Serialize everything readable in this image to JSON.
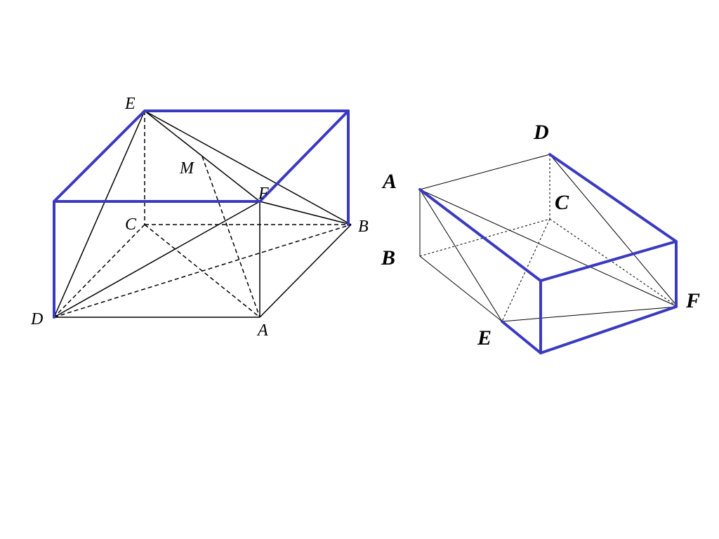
{
  "figure_left": {
    "labels": {
      "E": "E",
      "M": "M",
      "F": "F",
      "C": "C",
      "B": "B",
      "D": "D",
      "A": "A"
    }
  },
  "figure_right": {
    "labels": {
      "D": "D",
      "A": "A",
      "C": "C",
      "B": "B",
      "E": "E",
      "F": "F"
    }
  },
  "colors": {
    "highlight": "#3a3ac0",
    "line": "#000000",
    "background": "#ffffff"
  }
}
